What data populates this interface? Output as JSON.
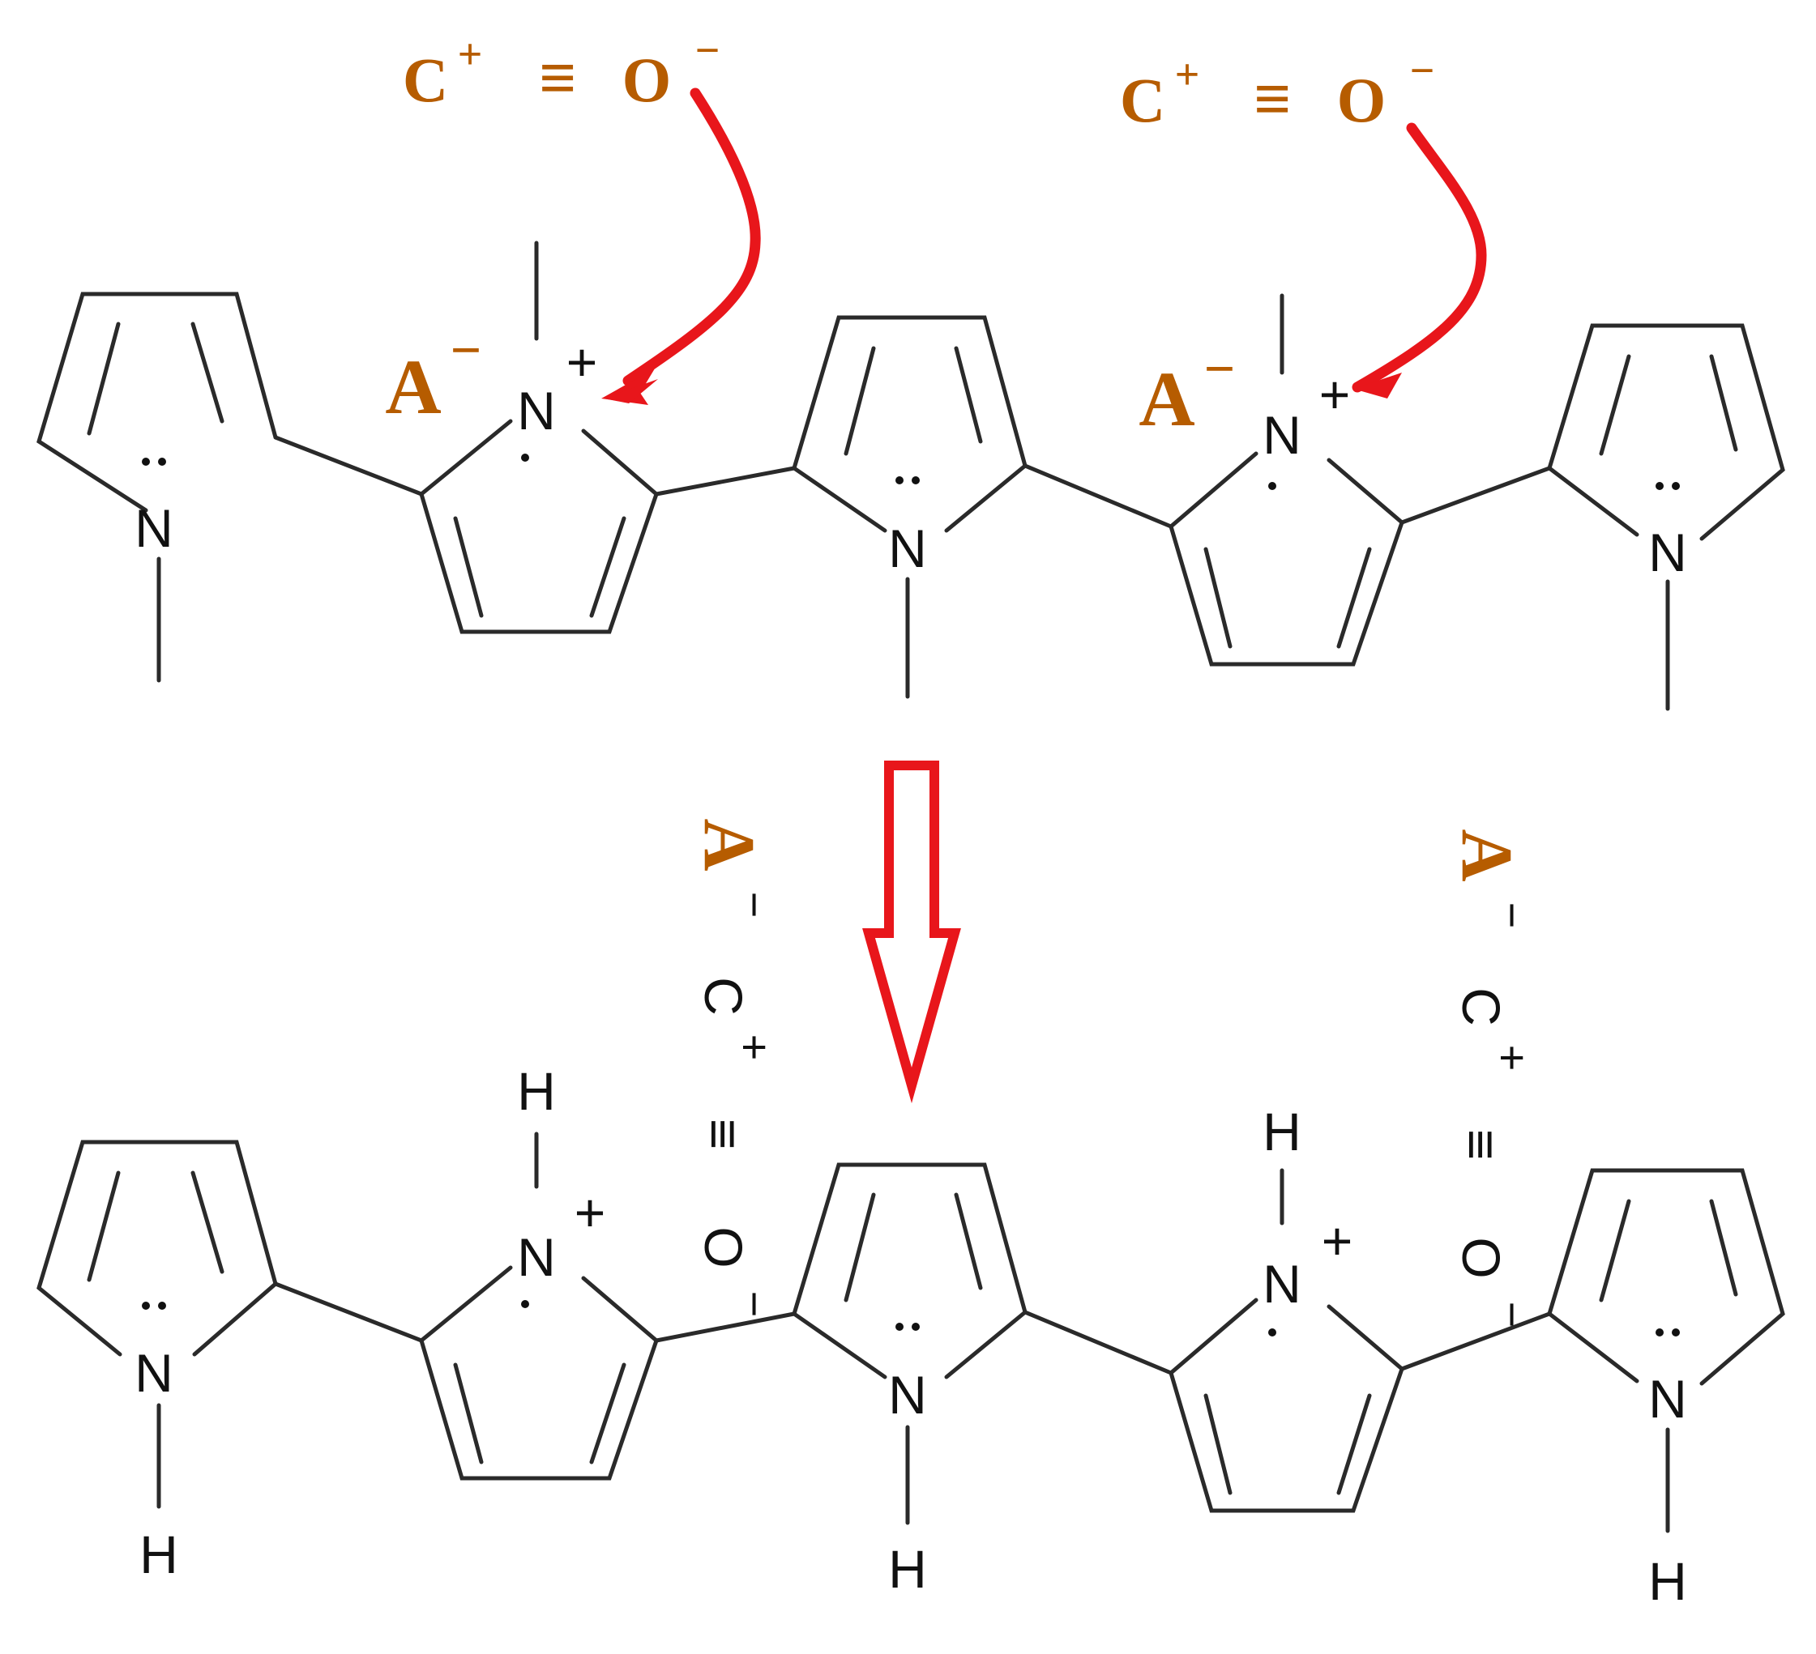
{
  "colors": {
    "bond": "#2a2a2a",
    "atom_text": "#111111",
    "reagent_text": "#b65c00",
    "arrow": "#e8161b"
  },
  "labels": {
    "nitrogen": "N",
    "hydrogen": "H",
    "plus": "+",
    "minus": "−",
    "minus_superscript": "−",
    "anion": "A",
    "carbon_monoxide": {
      "carbon": "C",
      "triple_bond": "≡",
      "oxygen": "O"
    }
  },
  "top_row": {
    "reagents": [
      "C⁺ ≡ O⁻",
      "C⁺ ≡ O⁻"
    ],
    "counter_anions": [
      "A⁻",
      "A⁻"
    ]
  },
  "bottom_row": {
    "complexes": [
      "A⁻ C⁺ ≡ O⁻",
      "A⁻ C⁺ ≡ O⁻"
    ]
  },
  "icons": {
    "attack_arrow": "curved-arrow-icon",
    "reaction_arrow": "hollow-down-arrow-icon"
  }
}
